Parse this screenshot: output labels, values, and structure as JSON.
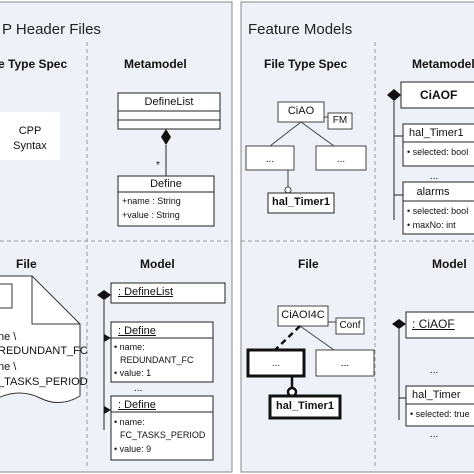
{
  "left": {
    "title": "P Header Files",
    "spec_heading": "e Type Spec",
    "metamodel_heading": "Metamodel",
    "cpp_line1": "CPP",
    "cpp_line2": "Syntax",
    "definelist_class": "DefineList",
    "multiplicity": "*",
    "define_class": "Define",
    "define_attrs": [
      "+name : String",
      "+value : String"
    ],
    "file_heading": "File",
    "model_heading": "Model",
    "file_lines": [
      "ne \\",
      "REDUNDANT_FC",
      "ne \\",
      "_TASKS_PERIOD"
    ],
    "definelist_instance": ": DefineList",
    "define1": {
      "instance": ": Define",
      "attrs": [
        "• name:",
        "REDUNDANT_FC",
        "• value: 1"
      ]
    },
    "ellipsis": "...",
    "define2": {
      "instance": ": Define",
      "attrs": [
        "• name:",
        "FC_TASKS_PERIOD",
        "• value: 9"
      ]
    }
  },
  "right": {
    "title": "Feature Models",
    "spec_heading": "File Type Spec",
    "metamodel_heading": "Metamodel",
    "ciao_node": "CiAO",
    "fm_tag": "FM",
    "ellipsis": "...",
    "hal_timer_node": "hal_Timer1",
    "meta_root": "CiAOF",
    "meta_hal_timer": "hal_Timer1",
    "meta_hal_attr": "• selected: bool",
    "meta_alarms": "alarms",
    "meta_alarms_attrs": [
      "• selected: bool",
      "• maxNo: int"
    ],
    "file_heading": "File",
    "model_heading": "Model",
    "ciaoi4c_node": "CiAOI4C",
    "conf_tag": "Conf",
    "model_root": ": CiAOF",
    "model_hal_timer": "hal_Timer",
    "model_hal_attr": "• selected: true",
    "model_ellipsis": "..."
  }
}
